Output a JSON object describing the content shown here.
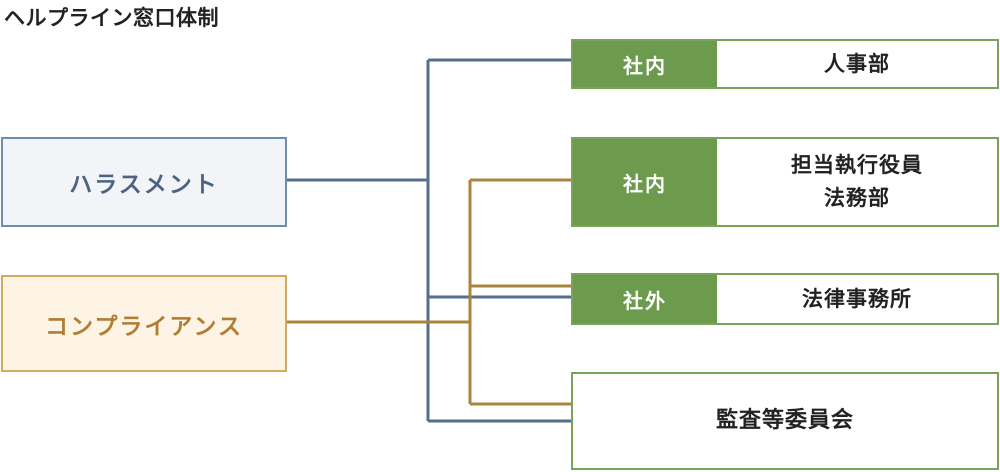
{
  "title": "ヘルプライン窓口体制",
  "sources": {
    "harassment": "ハラスメント",
    "compliance": "コンプライアンス"
  },
  "destinations": [
    {
      "tag": "社内",
      "lines": [
        "人事部"
      ]
    },
    {
      "tag": "社内",
      "lines": [
        "担当執行役員",
        "法務部"
      ]
    },
    {
      "tag": "社外",
      "lines": [
        "法律事務所"
      ]
    },
    {
      "tag": "",
      "lines": [
        "監査等委員会"
      ]
    }
  ],
  "colors": {
    "harassment_line": "#546e8d",
    "compliance_line": "#a9843f",
    "green_tag": "#6d9b4e",
    "green_border": "#7aa35a"
  }
}
